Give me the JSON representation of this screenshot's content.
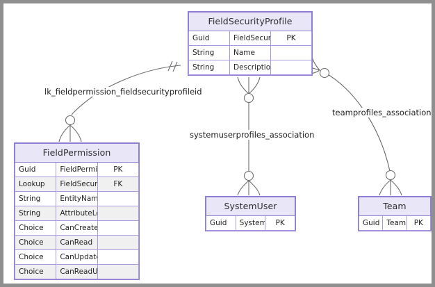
{
  "diagram": {
    "kind": "er-diagram",
    "frame_color": "#8f8f8f",
    "entity_border_color": "#8f7dd4",
    "entity_header_fill": "#e9e6f8",
    "row_shade_color": "#f0f0f0",
    "connector_color": "#6b6b6b",
    "background": "#ffffff"
  },
  "entities": [
    {
      "id": "fieldsecurityprofile",
      "name": "FieldSecurityProfile",
      "attributes": [
        {
          "type": "Guid",
          "name": "FieldSecurityProfileId",
          "key": "PK"
        },
        {
          "type": "String",
          "name": "Name",
          "key": ""
        },
        {
          "type": "String",
          "name": "Description",
          "key": ""
        }
      ]
    },
    {
      "id": "fieldpermission",
      "name": "FieldPermission",
      "attributes": [
        {
          "type": "Guid",
          "name": "FieldPermissionId",
          "key": "PK"
        },
        {
          "type": "Lookup",
          "name": "FieldSecurityProfileId",
          "key": "FK"
        },
        {
          "type": "String",
          "name": "EntityName",
          "key": ""
        },
        {
          "type": "String",
          "name": "AttributeLogicalName",
          "key": ""
        },
        {
          "type": "Choice",
          "name": "CanCreate",
          "key": ""
        },
        {
          "type": "Choice",
          "name": "CanRead",
          "key": ""
        },
        {
          "type": "Choice",
          "name": "CanUpdate",
          "key": ""
        },
        {
          "type": "Choice",
          "name": "CanReadUnmasked",
          "key": ""
        }
      ]
    },
    {
      "id": "systemuser",
      "name": "SystemUser",
      "attributes": [
        {
          "type": "Guid",
          "name": "SystemUserId",
          "key": "PK"
        }
      ]
    },
    {
      "id": "team",
      "name": "Team",
      "attributes": [
        {
          "type": "Guid",
          "name": "TeamID",
          "key": "PK"
        }
      ]
    }
  ],
  "relationships": [
    {
      "id": "lk_fieldpermission_fieldsecurityprofileid",
      "label": "lk_fieldpermission_fieldsecurityprofileid",
      "from": "FieldSecurityProfile",
      "to": "FieldPermission",
      "from_cardinality": "one-and-only-one",
      "to_cardinality": "zero-or-many"
    },
    {
      "id": "systemuserprofiles_association",
      "label": "systemuserprofiles_association",
      "from": "FieldSecurityProfile",
      "to": "SystemUser",
      "from_cardinality": "zero-or-many",
      "to_cardinality": "zero-or-many"
    },
    {
      "id": "teamprofiles_association",
      "label": "teamprofiles_association",
      "from": "FieldSecurityProfile",
      "to": "Team",
      "from_cardinality": "zero-or-many",
      "to_cardinality": "zero-or-many"
    }
  ]
}
